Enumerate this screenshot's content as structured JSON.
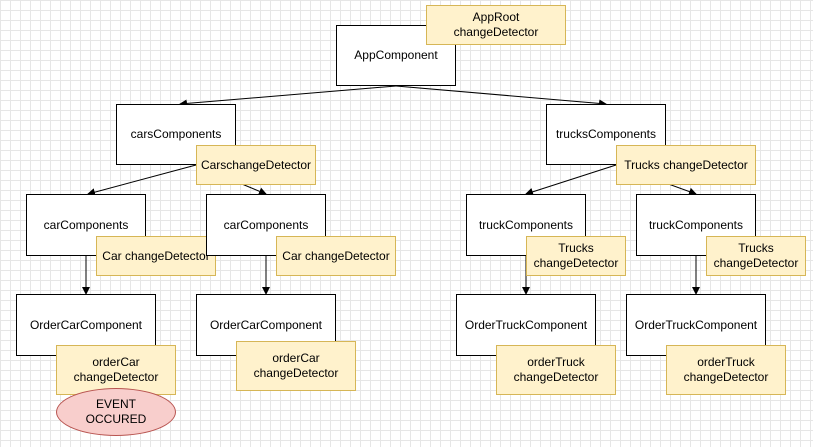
{
  "nodes": {
    "app_component": "AppComponent",
    "cars_components": "carsComponents",
    "trucks_components": "trucksComponents",
    "car_components_1": "carComponents",
    "car_components_2": "carComponents",
    "truck_components_1": "truckComponents",
    "truck_components_2": "truckComponents",
    "order_car_component_1": "OrderCarComponent",
    "order_car_component_2": "OrderCarComponent",
    "order_truck_component_1": "OrderTruckComponent",
    "order_truck_component_2": "OrderTruckComponent"
  },
  "detectors": {
    "app_root": "AppRoot\nchangeDetector",
    "cars": "CarschangeDetector",
    "trucks": "Trucks changeDetector",
    "car_1": "Car changeDetector",
    "car_2": "Car changeDetector",
    "truck_1": "Trucks\nchangeDetector",
    "truck_2": "Trucks\nchangeDetector",
    "order_car_1": "orderCar\nchangeDetector",
    "order_car_2": "orderCar\nchangeDetector",
    "order_truck_1": "orderTruck\nchangeDetector",
    "order_truck_2": "orderTruck\nchangeDetector"
  },
  "event": "EVENT\nOCCURED",
  "colors": {
    "detector_fill": "#fff2cc",
    "detector_border": "#d6b656",
    "event_fill": "#f8cecc",
    "event_border": "#b85450"
  }
}
